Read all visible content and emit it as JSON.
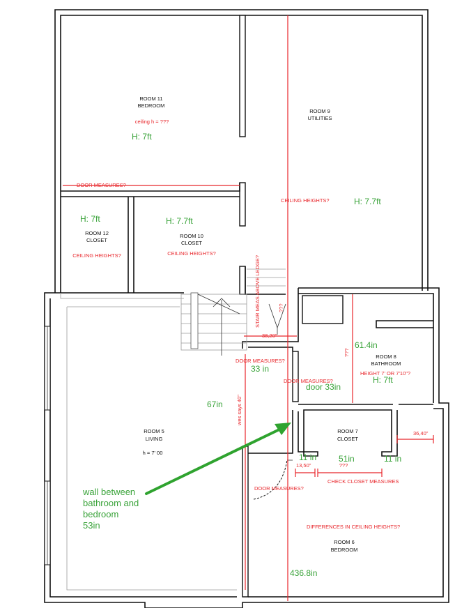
{
  "colors": {
    "wall": "#111111",
    "annotation_red": "#e8262b",
    "annotation_green": "#3aa33a",
    "background": "#ffffff"
  },
  "rooms": {
    "room11": {
      "name": "ROOM 11",
      "type": "BEDROOM"
    },
    "room9": {
      "name": "ROOM 9",
      "type": "UTILITIES"
    },
    "room12": {
      "name": "ROOM 12",
      "type": "CLOSET"
    },
    "room10": {
      "name": "ROOM 10",
      "type": "CLOSET"
    },
    "room8": {
      "name": "ROOM 8",
      "type": "BATHROOM"
    },
    "room7": {
      "name": "ROOM 7",
      "type": "CLOSET"
    },
    "room5": {
      "name": "ROOM 5",
      "type": "LIVING",
      "height": "h = 7' 00"
    },
    "room6": {
      "name": "ROOM 6",
      "type": "BEDROOM"
    }
  },
  "red_notes": {
    "ceiling_h": "ceiling h = ???",
    "door_measures_1": "DOOR MEASURES?",
    "ceiling_heights_9": "CEILING HEIGHTS?",
    "ceiling_heights_12": "CEILING HEIGHTS?",
    "ceiling_heights_10": "CEILING HEIGHTS?",
    "stair_meas": "STAIR MEAS ABOVE LEDGE?",
    "stair_q": "???",
    "stair_width": "38,20\"",
    "door_measures_2": "DOOR MEASURES?",
    "door_measures_3": "DOOR MEASURES?",
    "bath_q": "???",
    "bath_height": "HEIGHT 7' OR 7'10\"?",
    "wes_says": "wes says 40\"",
    "dim_1350": "13,50\"",
    "closet_q": "???",
    "check_closet": "CHECK CLOSET MEASURES",
    "dim_3640": "36,40\"",
    "door_measures_4": "DOOR MEASURES?",
    "diff_ceiling": "DIFFERENCES IN CEILING HEIGHTS?"
  },
  "green_notes": {
    "h7_room11": "H: 7ft",
    "h77_room9": "H: 7.7ft",
    "h7_room12": "H: 7ft",
    "h77_room10": "H: 7.7ft",
    "in33": "33 in",
    "in614": "61.4in",
    "h7_room8": "H: 7ft",
    "door33": "door 33in",
    "in67": "67in",
    "in11_left": "11 in",
    "in51": "51in",
    "in11_right": "11 in",
    "wall_note": [
      "wall between",
      "bathroom and",
      "bedroom",
      "53in"
    ],
    "in4368": "436.8in"
  }
}
